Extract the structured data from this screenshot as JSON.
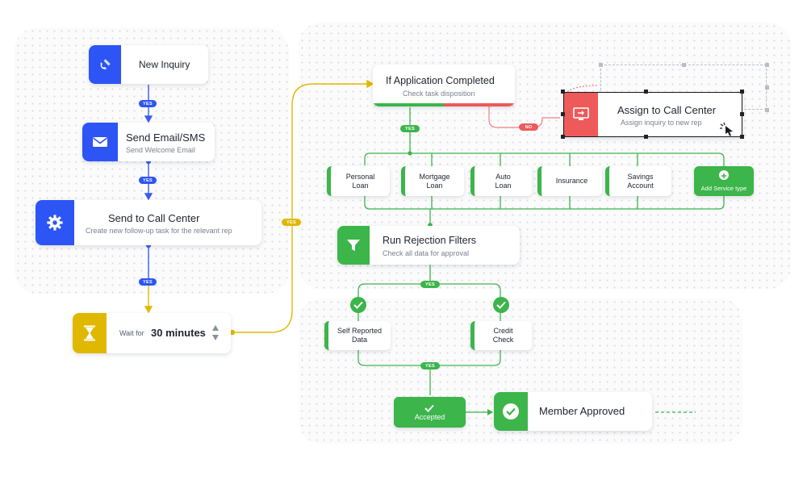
{
  "colors": {
    "blue": "#2d55f5",
    "green": "#3cb54a",
    "yellow": "#e0b800",
    "red": "#ee5a5a",
    "line_blue": "#3b5bf0",
    "line_yellow": "#e0b800",
    "line_green": "#3cb54a",
    "line_red": "#f08080"
  },
  "left_flow": {
    "new_inquiry": {
      "title": "New Inquiry",
      "icon": "magnet-icon"
    },
    "send_email": {
      "title": "Send Email/SMS",
      "sub": "Send Welcome Email",
      "icon": "envelope-icon"
    },
    "call_center": {
      "title": "Send to Call Center",
      "sub": "Create new follow-up task for the relevant rep",
      "icon": "gear-icon"
    },
    "wait": {
      "prefix": "Wait for",
      "value": "30 minutes",
      "icon": "hourglass-icon"
    },
    "yes_labels": [
      "YES",
      "YES",
      "YES",
      "YES"
    ]
  },
  "condition": {
    "title": "If Application Completed",
    "sub": "Check task disposition",
    "yes_label": "YES",
    "no_label": "NO"
  },
  "assign": {
    "title": "Assign to Call Center",
    "sub": "Assign inquiry to new rep",
    "icon": "monitor-transfer-icon"
  },
  "services": [
    {
      "label": "Personal\nLoan"
    },
    {
      "label": "Mortgage\nLoan"
    },
    {
      "label": "Auto\nLoan"
    },
    {
      "label": "Insurance"
    },
    {
      "label": "Savings\nAccount"
    }
  ],
  "add_service": {
    "label": "Add Service type",
    "icon": "plus-icon"
  },
  "rejection": {
    "title": "Run Rejection Filters",
    "sub": "Check all data for approval",
    "icon": "funnel-icon",
    "yes_label": "YES"
  },
  "checks": [
    {
      "label": "Self Reported\nData"
    },
    {
      "label": "Credit\nCheck"
    }
  ],
  "checks_yes_label": "YES",
  "accepted": {
    "label": "Accepted",
    "icon": "checkmark-icon"
  },
  "approved": {
    "title": "Member Approved",
    "icon": "check-circle-icon"
  }
}
